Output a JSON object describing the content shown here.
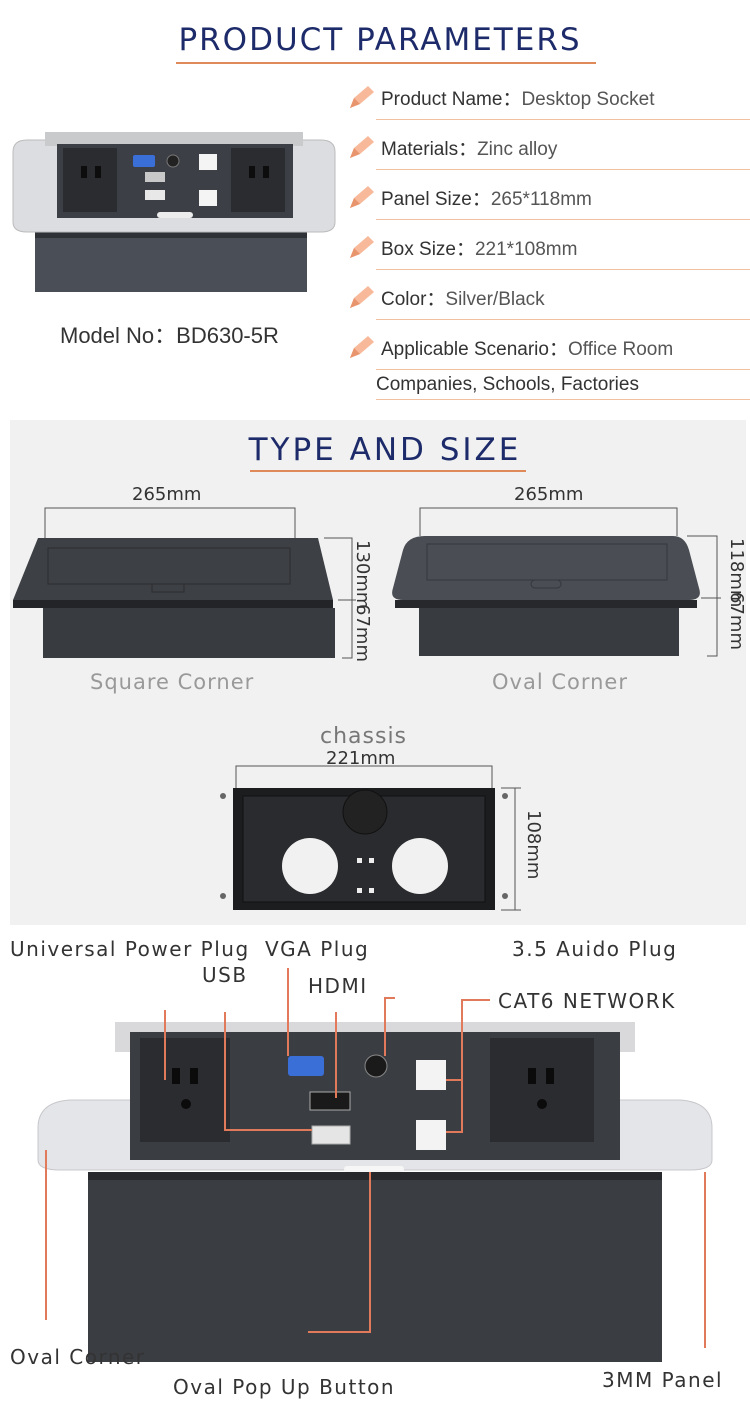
{
  "header": {
    "title": "PRODUCT PARAMETERS"
  },
  "params": [
    {
      "label": "Product Name：",
      "value": "Desktop Socket"
    },
    {
      "label": "Materials：",
      "value": "Zinc alloy"
    },
    {
      "label": "Panel Size：",
      "value": "265*118mm"
    },
    {
      "label": "Box Size：",
      "value": "221*108mm"
    },
    {
      "label": "Color：",
      "value": "Silver/Black"
    },
    {
      "label": "Applicable Scenario：",
      "value": "Office Room"
    }
  ],
  "scenario_extra": "Companies, Schools, Factories",
  "model": {
    "label": "Model No：",
    "value": "BD630-5R"
  },
  "size_section": {
    "title": "TYPE AND SIZE",
    "square": {
      "width": "265mm",
      "depth": "130mm",
      "height": "67mm",
      "label": "Square Corner"
    },
    "oval": {
      "width": "265mm",
      "depth": "118mm",
      "height": "67mm",
      "label": "Oval Corner"
    },
    "chassis": {
      "title": "chassis",
      "width": "221mm",
      "depth": "108mm"
    }
  },
  "callouts": {
    "power": "Universal Power Plug",
    "vga": "VGA Plug",
    "audio": "3.5 Auido Plug",
    "usb": "USB",
    "hdmi": "HDMI",
    "cat6": "CAT6 NETWORK",
    "oval_corner": "Oval Corner",
    "pop_button": "Oval Pop Up Button",
    "panel": "3MM Panel"
  },
  "colors": {
    "navy": "#1d2b6a",
    "accent": "#e08a5a",
    "panel_gray": "#f1f1f1"
  }
}
